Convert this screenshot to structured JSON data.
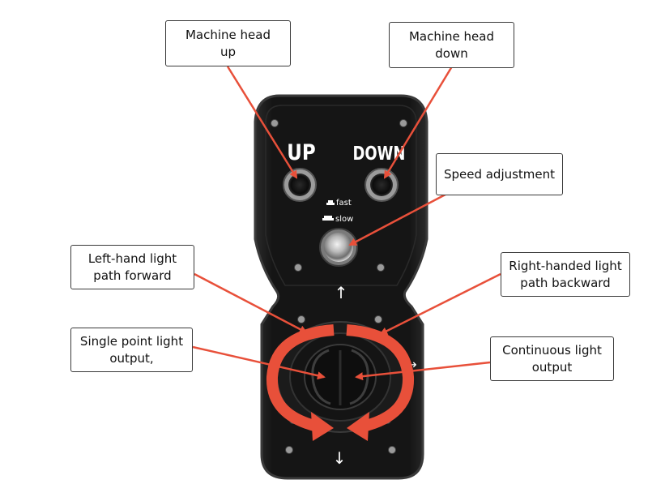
{
  "callouts": {
    "head_up": "Machine head\nup",
    "head_down": "Machine head\ndown",
    "speed": "Speed adjustment",
    "left_forward": "Left-hand light\npath forward",
    "right_backward": "Right-handed light\npath backward",
    "single_point": "Single point light\noutput,",
    "continuous": "Continuous light\noutput"
  },
  "device": {
    "up_label": "UP",
    "down_label": "DOWN",
    "fast_label": "fast",
    "slow_label": "slow",
    "up_arrow": "↑",
    "down_arrow": "↓",
    "right_arrow": "→"
  },
  "colors": {
    "annotation_red": "#e8503a",
    "device_body": "#141414",
    "device_edge": "#3a3a3a"
  }
}
